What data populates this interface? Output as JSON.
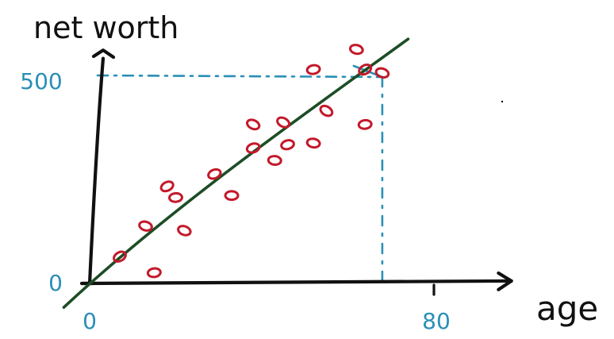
{
  "chart_data": {
    "type": "scatter",
    "title": "",
    "xlabel": "age",
    "ylabel": "net worth",
    "xlim": [
      0,
      80
    ],
    "ylim": [
      0,
      500
    ],
    "x_ticks": [
      {
        "value": 0,
        "label": "0"
      },
      {
        "value": 80,
        "label": "80"
      }
    ],
    "y_ticks": [
      {
        "value": 0,
        "label": "0"
      },
      {
        "value": 500,
        "label": "500"
      }
    ],
    "grid": false,
    "legend": "none",
    "points": [
      {
        "x": 7,
        "y": 65
      },
      {
        "x": 15,
        "y": 26
      },
      {
        "x": 13,
        "y": 139
      },
      {
        "x": 18,
        "y": 235
      },
      {
        "x": 20,
        "y": 208
      },
      {
        "x": 22,
        "y": 128
      },
      {
        "x": 29,
        "y": 265
      },
      {
        "x": 33,
        "y": 213
      },
      {
        "x": 38,
        "y": 385
      },
      {
        "x": 38,
        "y": 328
      },
      {
        "x": 43,
        "y": 298
      },
      {
        "x": 45,
        "y": 390
      },
      {
        "x": 46,
        "y": 336
      },
      {
        "x": 52,
        "y": 340
      },
      {
        "x": 55,
        "y": 418
      },
      {
        "x": 52,
        "y": 518
      },
      {
        "x": 62,
        "y": 567
      },
      {
        "x": 64,
        "y": 518
      },
      {
        "x": 64,
        "y": 385
      },
      {
        "x": 68,
        "y": 510
      }
    ],
    "trend_line": {
      "x": [
        -6,
        74
      ],
      "y": [
        -58,
        592
      ]
    },
    "annotation": {
      "x": 68,
      "y": 500,
      "label": "80"
    },
    "colors": {
      "axis": "#111111",
      "points": "#c3192a",
      "trend": "#1d4d25",
      "guide": "#2a8fb6",
      "tick_label": "#2a8fb6",
      "axis_label": "#111111"
    }
  }
}
